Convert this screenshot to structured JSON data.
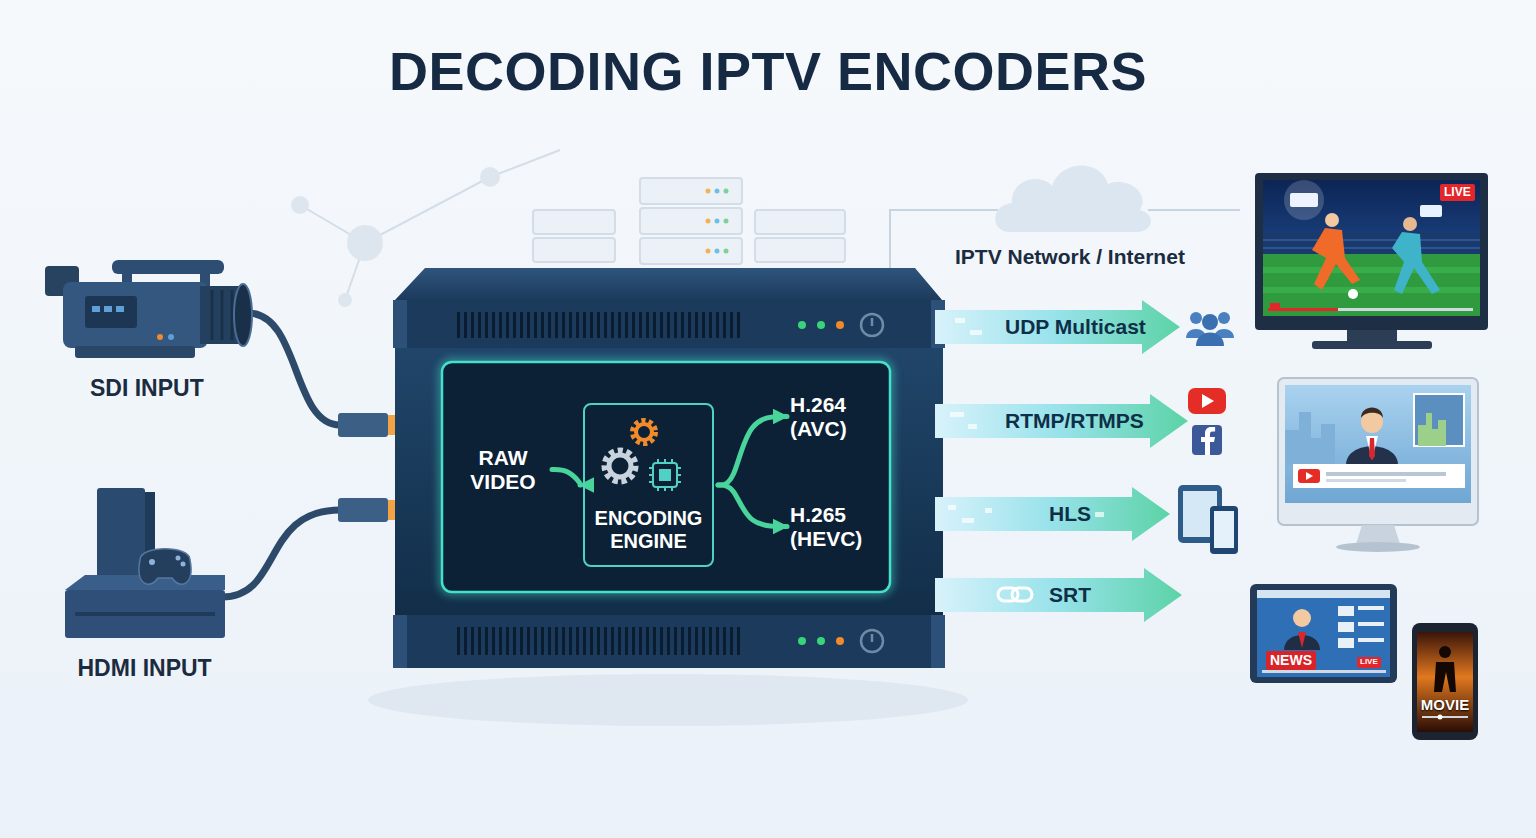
{
  "diagram": {
    "title": "DECODING IPTV ENCODERS",
    "nodes": [
      {
        "text": [
          "SDI INPUT"
        ]
      },
      {
        "text": [
          "HDMI INPUT"
        ]
      },
      {
        "text": [
          "RAW VIDEO"
        ]
      },
      {
        "text": [
          "ENCODING ENGINE"
        ]
      },
      {
        "text": [
          "H.264 (AVC)"
        ]
      },
      {
        "text": [
          "H.265 (HEVC)"
        ]
      },
      {
        "text": [
          "IPTV Network / Internet"
        ]
      }
    ],
    "edges": [
      {
        "from": 2,
        "to": 3,
        "arrow": "to"
      },
      {
        "from": 3,
        "to": 4,
        "arrow": "to"
      },
      {
        "from": 3,
        "to": 5,
        "arrow": "to"
      }
    ],
    "labels": [
      "LIVE",
      "UDP Multicast",
      "RTMP/RTMPS",
      "HLS",
      "SRT",
      "NEWS",
      "LIVE",
      "MOVIE"
    ]
  }
}
